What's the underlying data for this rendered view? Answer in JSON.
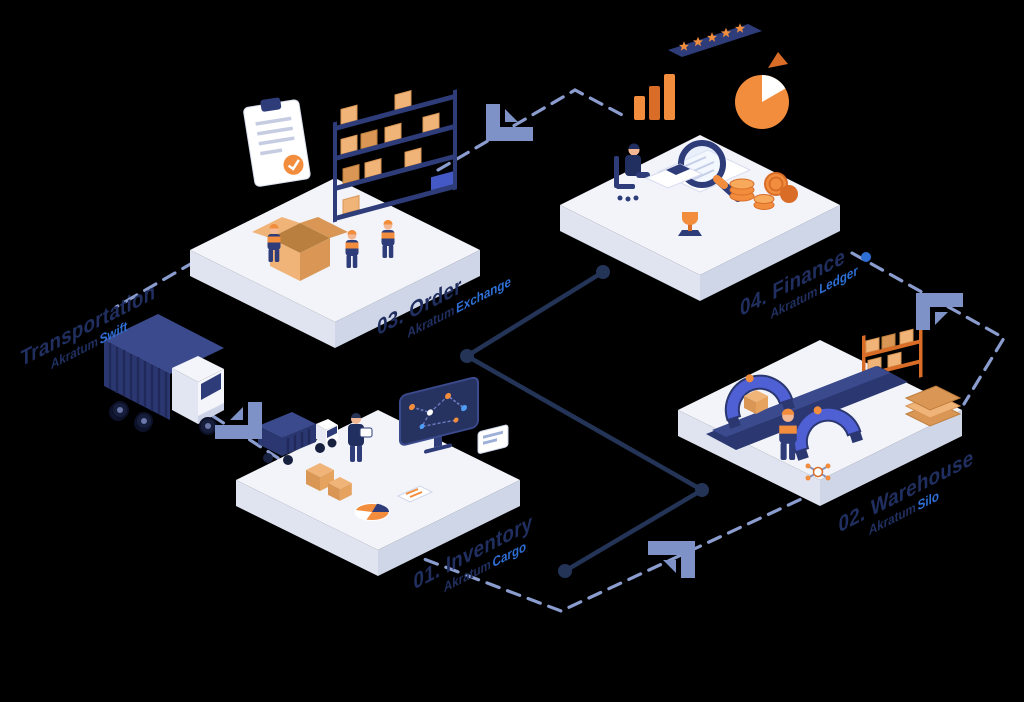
{
  "palette": {
    "navy": "#202f5f",
    "navy2": "#2e3d7a",
    "line_navy": "#243457",
    "blue": "#2e6fd6",
    "dash": "#8b9cce",
    "arrow": "#7e92c7",
    "orange": "#f28d3d",
    "orange_dark": "#d96d28",
    "carton": "#f0b478",
    "carton_dark": "#d99654",
    "machine": "#4f5fd4",
    "skin": "#f4b793",
    "screen": "#26325f",
    "platform_top": "#f2f4fa",
    "platform_side_l": "#e0e4f1",
    "platform_side_r": "#cfd6e8",
    "background": "#000000"
  },
  "transport": {
    "title": "Transportation",
    "brand": "Akratum",
    "product": "Swift"
  },
  "stations": [
    {
      "id": "inventory",
      "title": "01. Inventory",
      "brand": "Akratum",
      "product": "Cargo"
    },
    {
      "id": "warehouse",
      "title": "02. Warehouse",
      "brand": "Akratum",
      "product": "Silo"
    },
    {
      "id": "order",
      "title": "03. Order",
      "brand": "Akratum",
      "product": "Exchange"
    },
    {
      "id": "finance",
      "title": "04. Finance",
      "brand": "Akratum",
      "product": "Ledger",
      "details": {
        "rating_stars": 5
      }
    }
  ]
}
